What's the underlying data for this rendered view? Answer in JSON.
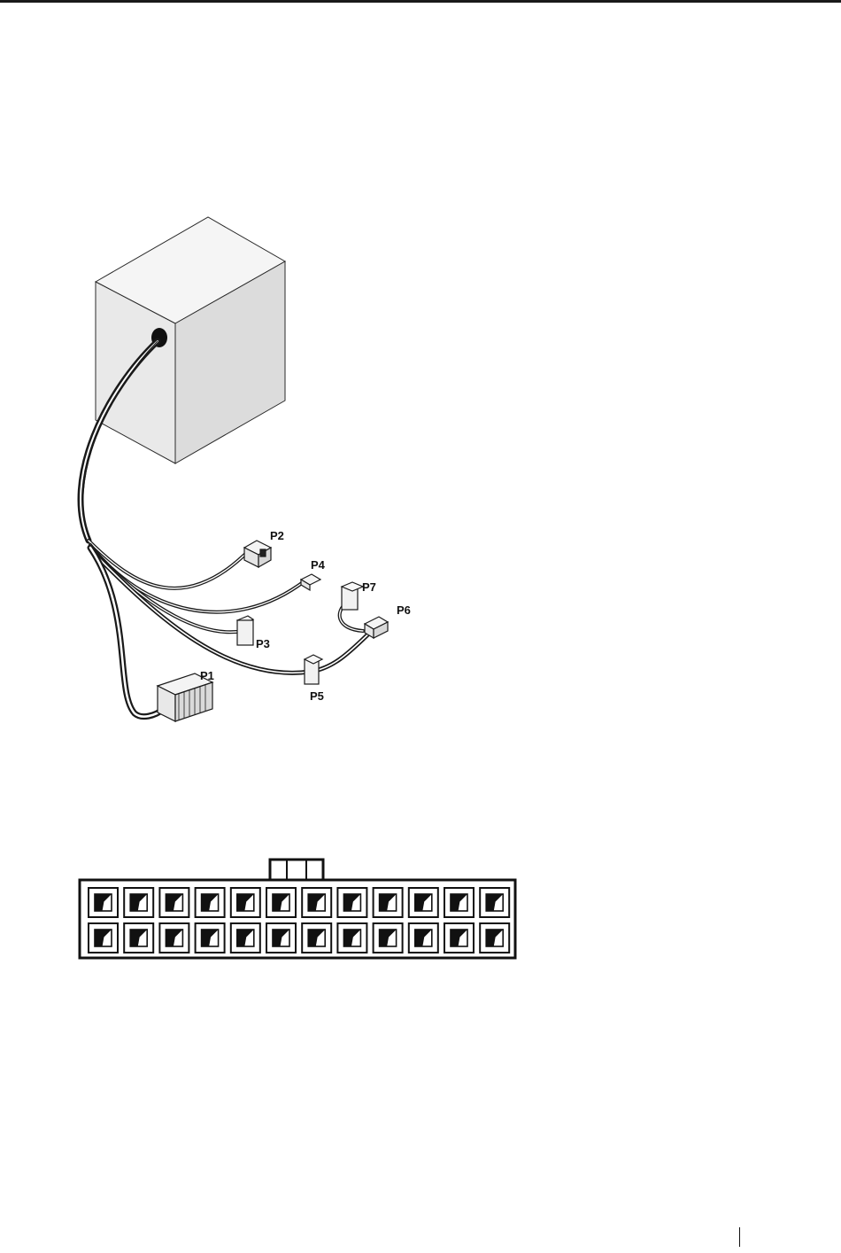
{
  "labels": {
    "p1": "P1",
    "p2": "P2",
    "p3": "P3",
    "p4": "P4",
    "p5": "P5",
    "p6": "P6",
    "p7": "P7"
  },
  "connector": {
    "rows": 2,
    "pins_per_row": 12
  },
  "colors": {
    "line": "#1a1a1a",
    "box_top": "#f4f4f4",
    "box_left": "#ececec",
    "box_right": "#dcdcdc"
  }
}
